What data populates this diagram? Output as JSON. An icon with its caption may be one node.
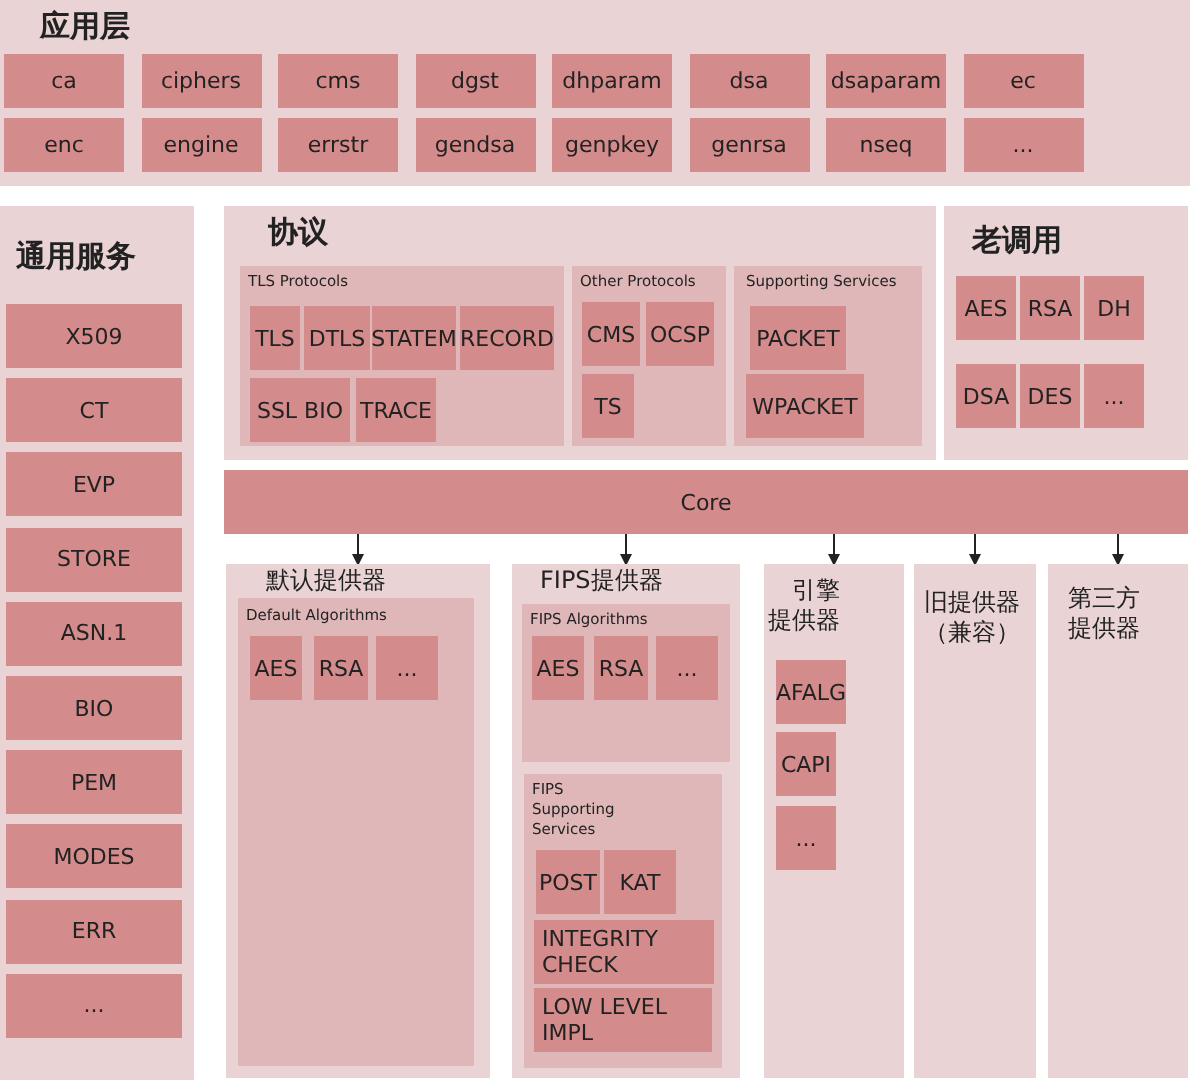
{
  "diagram": {
    "nodes": [
      {
        "text": [
          "应用层"
        ]
      },
      {
        "text": [
          "ca"
        ],
        "in": 0
      },
      {
        "text": [
          "ciphers"
        ],
        "in": 0
      },
      {
        "text": [
          "cms"
        ],
        "in": 0
      },
      {
        "text": [
          "dgst"
        ],
        "in": 0
      },
      {
        "text": [
          "dhparam"
        ],
        "in": 0
      },
      {
        "text": [
          "dsa"
        ],
        "in": 0
      },
      {
        "text": [
          "dsaparam"
        ],
        "in": 0
      },
      {
        "text": [
          "ec"
        ],
        "in": 0
      },
      {
        "text": [
          "enc"
        ],
        "in": 0
      },
      {
        "text": [
          "engine"
        ],
        "in": 0
      },
      {
        "text": [
          "errstr"
        ],
        "in": 0
      },
      {
        "text": [
          "gendsa"
        ],
        "in": 0
      },
      {
        "text": [
          "genpkey"
        ],
        "in": 0
      },
      {
        "text": [
          "genrsa"
        ],
        "in": 0
      },
      {
        "text": [
          "nseq"
        ],
        "in": 0
      },
      {
        "text": [
          "..."
        ],
        "in": 0
      },
      {
        "text": [
          "通用服务"
        ]
      },
      {
        "text": [
          "X509"
        ],
        "in": 17
      },
      {
        "text": [
          "CT"
        ],
        "in": 17
      },
      {
        "text": [
          "EVP"
        ],
        "in": 17
      },
      {
        "text": [
          "STORE"
        ],
        "in": 17
      },
      {
        "text": [
          "ASN.1"
        ],
        "in": 17
      },
      {
        "text": [
          "BIO"
        ],
        "in": 17
      },
      {
        "text": [
          "PEM"
        ],
        "in": 17
      },
      {
        "text": [
          "MODES"
        ],
        "in": 17
      },
      {
        "text": [
          "ERR"
        ],
        "in": 17
      },
      {
        "text": [
          "..."
        ],
        "in": 17
      },
      {
        "text": [
          "协议"
        ]
      },
      {
        "text": [
          "TLS Protocols"
        ],
        "in": 28
      },
      {
        "text": [
          "TLS"
        ],
        "in": 29
      },
      {
        "text": [
          "DTLS"
        ],
        "in": 29
      },
      {
        "text": [
          "STATEM"
        ],
        "in": 29
      },
      {
        "text": [
          "RECORD"
        ],
        "in": 29
      },
      {
        "text": [
          "SSL BIO"
        ],
        "in": 29
      },
      {
        "text": [
          "TRACE"
        ],
        "in": 29
      },
      {
        "text": [
          "Other Protocols"
        ],
        "in": 28
      },
      {
        "text": [
          "CMS"
        ],
        "in": 36
      },
      {
        "text": [
          "OCSP"
        ],
        "in": 36
      },
      {
        "text": [
          "TS"
        ],
        "in": 36
      },
      {
        "text": [
          "Supporting Services"
        ],
        "in": 28
      },
      {
        "text": [
          "PACKET"
        ],
        "in": 40
      },
      {
        "text": [
          "WPACKET"
        ],
        "in": 40
      },
      {
        "text": [
          "老调用"
        ]
      },
      {
        "text": [
          "AES"
        ],
        "in": 43
      },
      {
        "text": [
          "RSA"
        ],
        "in": 43
      },
      {
        "text": [
          "DH"
        ],
        "in": 43
      },
      {
        "text": [
          "DSA"
        ],
        "in": 43
      },
      {
        "text": [
          "DES"
        ],
        "in": 43
      },
      {
        "text": [
          "..."
        ],
        "in": 43
      },
      {
        "text": [
          "Core"
        ]
      },
      {
        "text": [
          "默认提供器"
        ]
      },
      {
        "text": [
          "Default Algorithms"
        ],
        "in": 51
      },
      {
        "text": [
          "AES"
        ],
        "in": 52
      },
      {
        "text": [
          "RSA"
        ],
        "in": 52
      },
      {
        "text": [
          "..."
        ],
        "in": 52
      },
      {
        "text": [
          "FIPS提供器"
        ]
      },
      {
        "text": [
          "FIPS Algorithms"
        ],
        "in": 56
      },
      {
        "text": [
          "AES"
        ],
        "in": 57
      },
      {
        "text": [
          "RSA"
        ],
        "in": 57
      },
      {
        "text": [
          "..."
        ],
        "in": 57
      },
      {
        "text": [
          "FIPS Supporting Services"
        ],
        "in": 56
      },
      {
        "text": [
          "POST"
        ],
        "in": 61
      },
      {
        "text": [
          "KAT"
        ],
        "in": 61
      },
      {
        "text": [
          "INTEGRITY CHECK"
        ],
        "in": 61
      },
      {
        "text": [
          "LOW LEVEL IMPL"
        ],
        "in": 61
      },
      {
        "text": [
          "引擎提供器"
        ]
      },
      {
        "text": [
          "AFALG"
        ],
        "in": 66
      },
      {
        "text": [
          "CAPI"
        ],
        "in": 66
      },
      {
        "text": [
          "..."
        ],
        "in": 66
      },
      {
        "text": [
          "旧提供器（兼容）"
        ]
      },
      {
        "text": [
          "第三方提供器"
        ]
      }
    ],
    "edges": [
      {
        "from": 50,
        "to": 51,
        "arrow": "to"
      },
      {
        "from": 50,
        "to": 56,
        "arrow": "to"
      },
      {
        "from": 50,
        "to": 66,
        "arrow": "to"
      },
      {
        "from": 50,
        "to": 70,
        "arrow": "to"
      },
      {
        "from": 50,
        "to": 71,
        "arrow": "to"
      }
    ]
  }
}
